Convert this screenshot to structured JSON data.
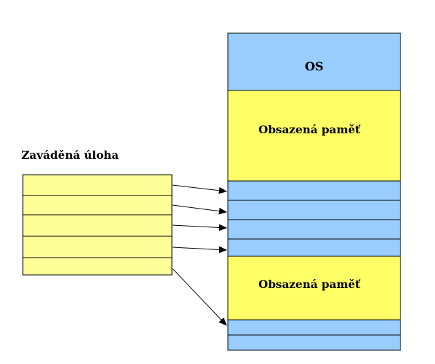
{
  "task_label": "Zaváděná úloha",
  "memory": {
    "os_label": "OS",
    "occupied_label_1": "Obsazená paměť",
    "occupied_label_2": "Obsazená paměť"
  },
  "task_blocks": [
    "",
    "",
    "",
    "",
    ""
  ],
  "free_frames": [
    "",
    "",
    "",
    "",
    "",
    ""
  ],
  "colors": {
    "os_fill": "#99ccff",
    "occupied_fill": "#ffff66",
    "free_fill": "#99ccff",
    "task_fill": "#ffff99",
    "stroke": "#000000"
  }
}
